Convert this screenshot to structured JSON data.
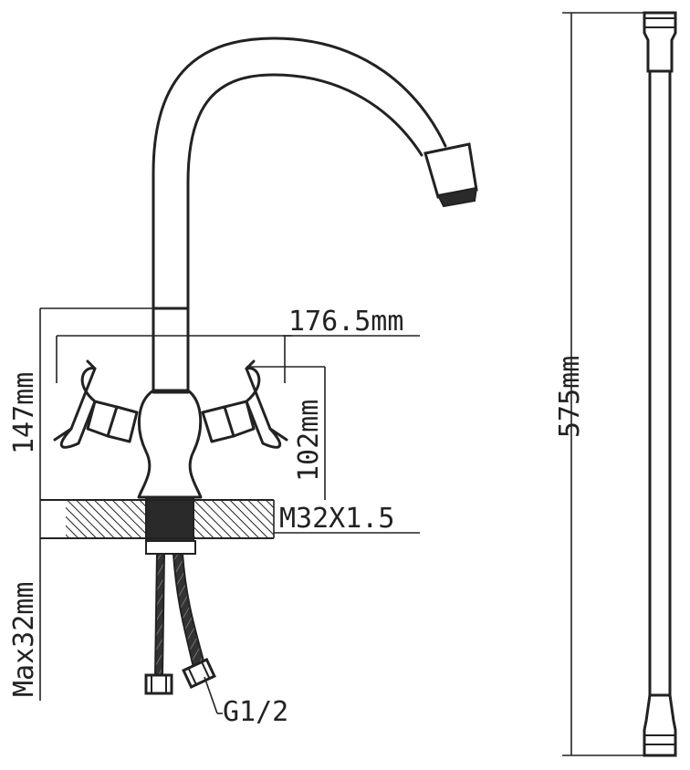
{
  "dimensions": {
    "spread": "176.5mm",
    "height_total": "147mm",
    "handle_height": "102mm",
    "thread": "M32X1.5",
    "max_thickness": "Max32mm",
    "connector": "G1/2",
    "hose_length": "575mm"
  }
}
